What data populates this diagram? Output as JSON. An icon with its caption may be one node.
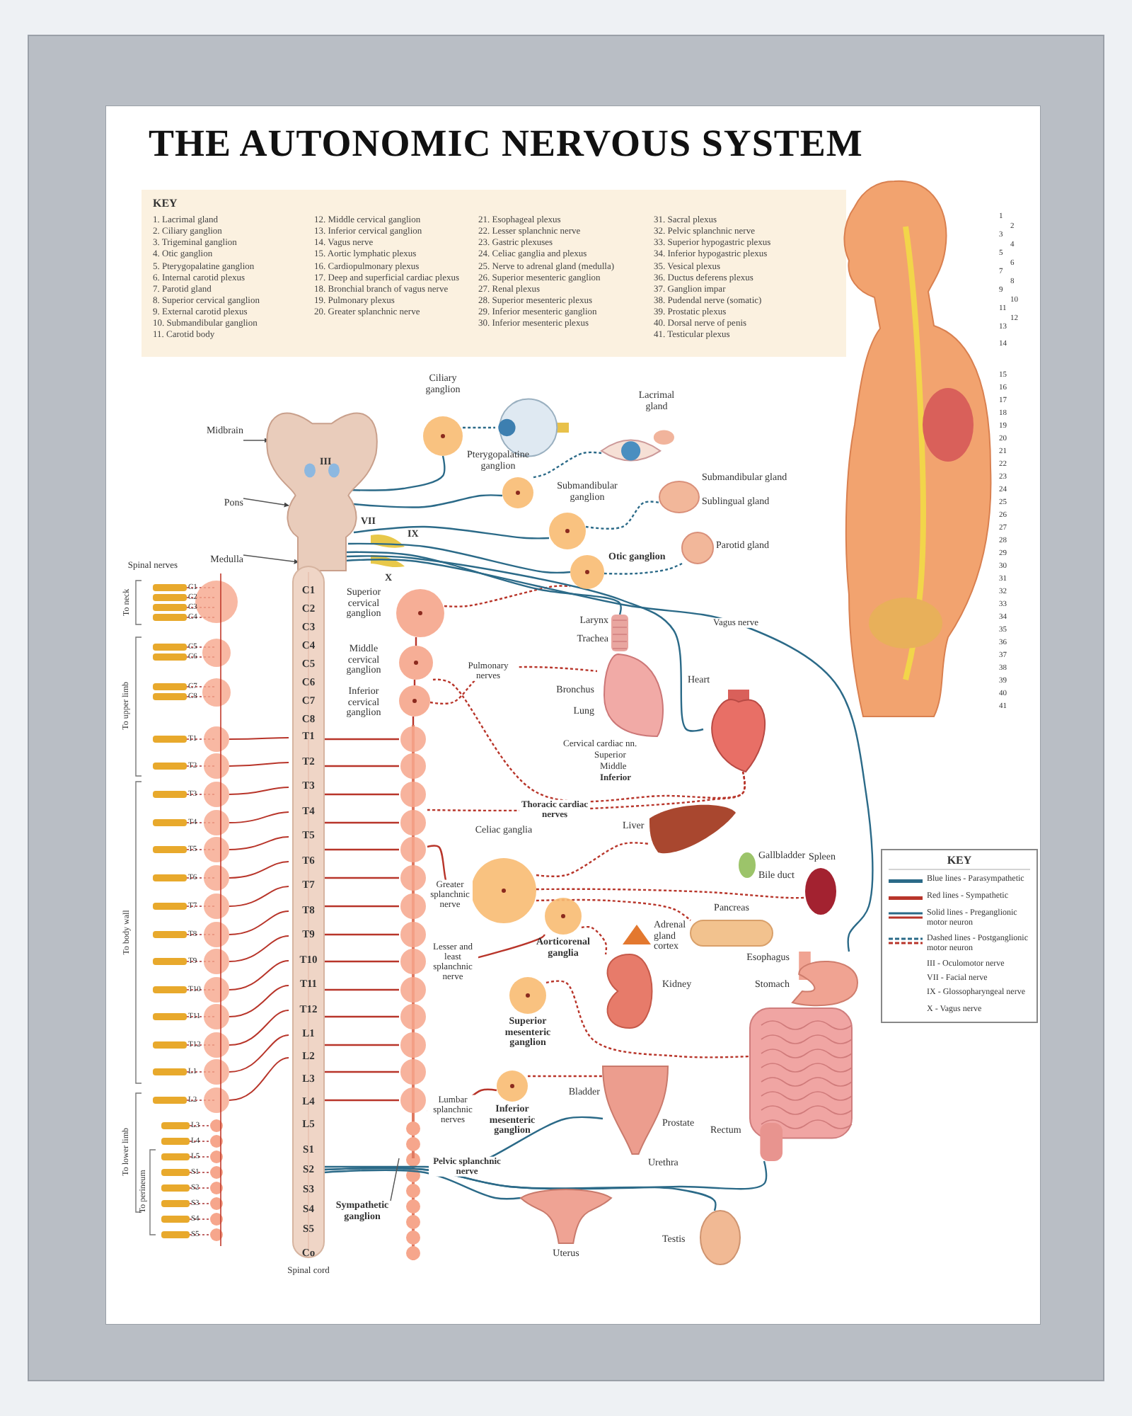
{
  "diagram": {
    "title": "THE AUTONOMIC NERVOUS SYSTEM",
    "nodes": [
      {
        "text": [],
        "shape": "picture"
      },
      {
        "text": [
          "Midbrain"
        ]
      },
      {
        "text": [
          "Pons"
        ]
      },
      {
        "text": [
          "Medulla"
        ]
      },
      {
        "text": [],
        "shape": "picture",
        "beside": [
          "Spinal cord"
        ]
      },
      {
        "text": [
          "Ciliary ganglion"
        ]
      },
      {
        "text": [],
        "shape": "picture"
      },
      {
        "text": [
          "Lacrimal gland"
        ]
      },
      {
        "text": [
          "Pterygopalatine ganglion"
        ]
      },
      {
        "text": [
          "Submandibular ganglion"
        ]
      },
      {
        "text": [
          "Submandibular gland",
          "Sublingual gland"
        ]
      },
      {
        "text": [
          "Otic ganglion"
        ]
      },
      {
        "text": [
          "Parotid gland"
        ]
      },
      {
        "text": [
          "Superior cervical ganglion"
        ]
      },
      {
        "text": [
          "Middle cervical ganglion"
        ]
      },
      {
        "text": [
          "Inferior cervical ganglion"
        ]
      },
      {
        "text": [
          "Larynx",
          "Trachea"
        ]
      },
      {
        "text": [
          "Bronchus",
          "Lung"
        ]
      },
      {
        "text": [
          "Heart"
        ]
      },
      {
        "text": [
          "Liver"
        ]
      },
      {
        "text": [
          "Gallbladder",
          "Bile duct"
        ]
      },
      {
        "text": [
          "Spleen"
        ]
      },
      {
        "text": [
          "Pancreas"
        ]
      },
      {
        "text": [
          "Celiac ganglia"
        ]
      },
      {
        "text": [
          "Aorticorenal ganglia"
        ]
      },
      {
        "text": [
          "Adrenal gland cortex"
        ]
      },
      {
        "text": [
          "Kidney"
        ]
      },
      {
        "text": [
          "Esophagus",
          "Stomach"
        ]
      },
      {
        "text": [
          "Superior mesenteric ganglion"
        ]
      },
      {
        "text": [
          "Inferior mesenteric ganglion"
        ]
      },
      {
        "text": [
          "Bladder",
          "Prostate",
          "Urethra"
        ]
      },
      {
        "text": [
          "Rectum"
        ]
      },
      {
        "text": [
          "Uterus"
        ]
      },
      {
        "text": [
          "Testis"
        ]
      },
      {
        "text": [],
        "shape": "circle"
      },
      {
        "text": [
          "Sympathetic ganglion"
        ]
      }
    ],
    "edges": [
      {
        "from": 1,
        "to": 0,
        "arrow": "to",
        "color": "#555555"
      },
      {
        "from": 2,
        "to": 0,
        "arrow": "to",
        "color": "#555555"
      },
      {
        "from": 3,
        "to": 0,
        "arrow": "to",
        "color": "#555555"
      },
      {
        "from": 0,
        "to": 5,
        "arrow": "none",
        "color": "#2b6a88"
      },
      {
        "from": 5,
        "to": 6,
        "arrow": "none",
        "style": "dashed",
        "color": "#2b6a88"
      },
      {
        "from": 0,
        "to": 8,
        "arrow": "none",
        "color": "#2b6a88"
      },
      {
        "from": 8,
        "to": 7,
        "arrow": "none",
        "style": "dashed",
        "color": "#2b6a88"
      },
      {
        "from": 0,
        "to": 9,
        "arrow": "none",
        "color": "#2b6a88"
      },
      {
        "from": 9,
        "to": 10,
        "arrow": "none",
        "style": "dashed",
        "color": "#2b6a88"
      },
      {
        "from": 0,
        "to": 11,
        "arrow": "none",
        "color": "#2b6a88"
      },
      {
        "from": 11,
        "to": 12,
        "arrow": "none",
        "style": "dashed",
        "color": "#2b6a88"
      },
      {
        "from": 13,
        "to": 11,
        "arrow": "none",
        "style": "dashed",
        "color": "#b8352a"
      },
      {
        "from": 0,
        "to": 16,
        "arrow": "none",
        "color": "#2b6a88"
      },
      {
        "from": 0,
        "to": 18,
        "arrow": "none",
        "color": "#2b6a88"
      },
      {
        "from": 0,
        "to": 27,
        "arrow": "none",
        "label": "Vagus nerve",
        "color": "#2b6a88"
      },
      {
        "from": 14,
        "to": 18,
        "arrow": "none",
        "style": "dashed",
        "color": "#b8352a"
      },
      {
        "from": 15,
        "to": 17,
        "arrow": "none",
        "label": "Pulmonary nerves",
        "style": "dashed",
        "color": "#b8352a"
      },
      {
        "from": 34,
        "to": 18,
        "arrow": "none",
        "label": "Thoracic cardiac nerves",
        "style": "dashed",
        "color": "#b8352a"
      },
      {
        "from": 34,
        "to": 23,
        "arrow": "none",
        "label": "Greater splanchnic nerve",
        "color": "#b8352a"
      },
      {
        "from": 34,
        "to": 24,
        "arrow": "none",
        "label": "Lesser and least splanchnic nerve",
        "color": "#b8352a"
      },
      {
        "from": 34,
        "to": 29,
        "arrow": "none",
        "label": "Lumbar splanchnic nerves",
        "color": "#b8352a"
      },
      {
        "from": 23,
        "to": 19,
        "arrow": "none",
        "style": "dashed",
        "color": "#b8352a"
      },
      {
        "from": 23,
        "to": 21,
        "arrow": "none",
        "style": "dashed",
        "color": "#b8352a"
      },
      {
        "from": 23,
        "to": 22,
        "arrow": "none",
        "style": "dashed",
        "color": "#b8352a"
      },
      {
        "from": 24,
        "to": 26,
        "arrow": "none",
        "style": "dashed",
        "color": "#b8352a"
      },
      {
        "from": 28,
        "to": 31,
        "arrow": "none",
        "style": "dashed",
        "color": "#b8352a"
      },
      {
        "from": 29,
        "to": 30,
        "arrow": "none",
        "style": "dashed",
        "color": "#b8352a"
      },
      {
        "from": 4,
        "to": 30,
        "arrow": "none",
        "label": "Pelvic splanchnic nerve",
        "color": "#2b6a88"
      },
      {
        "from": 4,
        "to": 31,
        "arrow": "none",
        "color": "#2b6a88"
      },
      {
        "from": 4,
        "to": 32,
        "arrow": "none",
        "color": "#2b6a88"
      },
      {
        "from": 4,
        "to": 33,
        "arrow": "none",
        "color": "#2b6a88"
      },
      {
        "from": 35,
        "to": 34,
        "arrow": "none",
        "color": "#555555"
      },
      {
        "from": 13,
        "to": 14,
        "arrow": "none",
        "color": "#b8352a"
      },
      {
        "from": 14,
        "to": 15,
        "arrow": "none",
        "color": "#b8352a"
      },
      {
        "from": 15,
        "to": 34,
        "arrow": "none",
        "color": "#b8352a"
      },
      {
        "from": 4,
        "to": 34,
        "arrow": "none",
        "color": "#b8352a"
      },
      {
        "from": 4,
        "to": 34,
        "arrow": "none",
        "color": "#b8352a"
      },
      {
        "from": 4,
        "to": 34,
        "arrow": "none",
        "color": "#b8352a"
      },
      {
        "from": 4,
        "to": 34,
        "arrow": "none",
        "color": "#b8352a"
      },
      {
        "from": 4,
        "to": 34,
        "arrow": "none",
        "color": "#b8352a"
      },
      {
        "from": 4,
        "to": 34,
        "arrow": "none",
        "color": "#b8352a"
      },
      {
        "from": 4,
        "to": 34,
        "arrow": "none",
        "color": "#b8352a"
      },
      {
        "from": 4,
        "to": 34,
        "arrow": "none",
        "color": "#b8352a"
      },
      {
        "from": 4,
        "to": 34,
        "arrow": "none",
        "color": "#b8352a"
      },
      {
        "from": 4,
        "to": 34,
        "arrow": "none",
        "color": "#b8352a"
      },
      {
        "from": 4,
        "to": 34,
        "arrow": "none",
        "color": "#b8352a"
      },
      {
        "from": 4,
        "to": 34,
        "arrow": "none",
        "color": "#b8352a"
      },
      {
        "from": 4,
        "to": 34,
        "arrow": "none",
        "color": "#b8352a"
      },
      {
        "from": 4,
        "to": 34,
        "arrow": "none",
        "color": "#b8352a"
      }
    ],
    "labels": [
      "KEY",
      "1. Lacrimal gland",
      "2. Ciliary ganglion",
      "3. Trigeminal ganglion",
      "4. Otic ganglion",
      "5. Pterygopalatine ganglion",
      "6. Internal carotid plexus",
      "7. Parotid gland",
      "8. Superior cervical ganglion",
      "9. External carotid plexus",
      "10. Submandibular ganglion",
      "11. Carotid body",
      "12. Middle cervical ganglion",
      "13. Inferior cervical ganglion",
      "14. Vagus nerve",
      "15. Aortic lymphatic plexus",
      "16. Cardiopulmonary plexus",
      "17. Deep and superficial cardiac plexus",
      "18. Bronchial branch of vagus nerve",
      "19. Pulmonary plexus",
      "20. Greater splanchnic nerve",
      "21. Esophageal plexus",
      "22. Lesser splanchnic nerve",
      "23. Gastric plexuses",
      "24. Celiac ganglia and plexus",
      "25. Nerve to adrenal gland (medulla)",
      "26. Superior mesenteric ganglion",
      "27. Renal plexus",
      "28. Superior mesenteric plexus",
      "29. Inferior mesenteric ganglion",
      "30. Inferior mesenteric plexus",
      "31. Sacral plexus",
      "32. Pelvic splanchnic nerve",
      "33. Superior hypogastric plexus",
      "34. Inferior hypogastric plexus",
      "35. Vesical plexus",
      "36. Ductus deferens plexus",
      "37. Ganglion impar",
      "38. Pudendal nerve (somatic)",
      "39. Prostatic plexus",
      "40. Dorsal nerve of penis",
      "41. Testicular plexus",
      "1",
      "2",
      "3",
      "4",
      "5",
      "6",
      "7",
      "8",
      "9",
      "10",
      "11",
      "12",
      "13",
      "14",
      "15",
      "16",
      "17",
      "18",
      "19",
      "20",
      "21",
      "22",
      "23",
      "24",
      "25",
      "26",
      "27",
      "28",
      "29",
      "30",
      "31",
      "32",
      "33",
      "34",
      "35",
      "36",
      "37",
      "38",
      "39",
      "40",
      "41",
      "Spinal nerves",
      "III",
      "VII",
      "IX",
      "X",
      "C1",
      "C2",
      "C3",
      "C4",
      "C5",
      "C6",
      "C7",
      "C8",
      "T1",
      "T2",
      "T3",
      "T4",
      "T5",
      "T6",
      "T7",
      "T8",
      "T9",
      "T10",
      "T11",
      "T12",
      "L1",
      "L2",
      "L3",
      "L4",
      "L5",
      "S1",
      "S2",
      "S3",
      "S4",
      "S5",
      "Co",
      "C1",
      "C2",
      "C3",
      "C4",
      "C5",
      "C6",
      "C7",
      "C8",
      "T1",
      "T2",
      "T3",
      "T4",
      "T5",
      "T6",
      "T7",
      "T8",
      "T9",
      "T10",
      "T11",
      "T12",
      "L1",
      "L2",
      "L3",
      "L4",
      "L5",
      "S1",
      "S2",
      "S3",
      "S4",
      "S5",
      "To neck",
      "To upper limb",
      "To body wall",
      "To lower limb",
      "To perineum",
      "Cervical cardiac nn.",
      "Superior",
      "Middle",
      "Inferior",
      "KEY"
    ],
    "legend": [
      {
        "text": "Blue lines - Parasympathetic",
        "color": "#2b6a88"
      },
      {
        "text": "Red lines - Sympathetic",
        "color": "#b8352a"
      },
      {
        "text": "Solid lines - Preganglionic motor neuron"
      },
      {
        "text": "Dashed lines - Postganglionic motor neuron"
      },
      {
        "text": "III - Oculomotor nerve"
      },
      {
        "text": "VII - Facial nerve"
      },
      {
        "text": "IX - Glossopharyngeal nerve"
      },
      {
        "text": "X - Vagus nerve"
      }
    ]
  }
}
